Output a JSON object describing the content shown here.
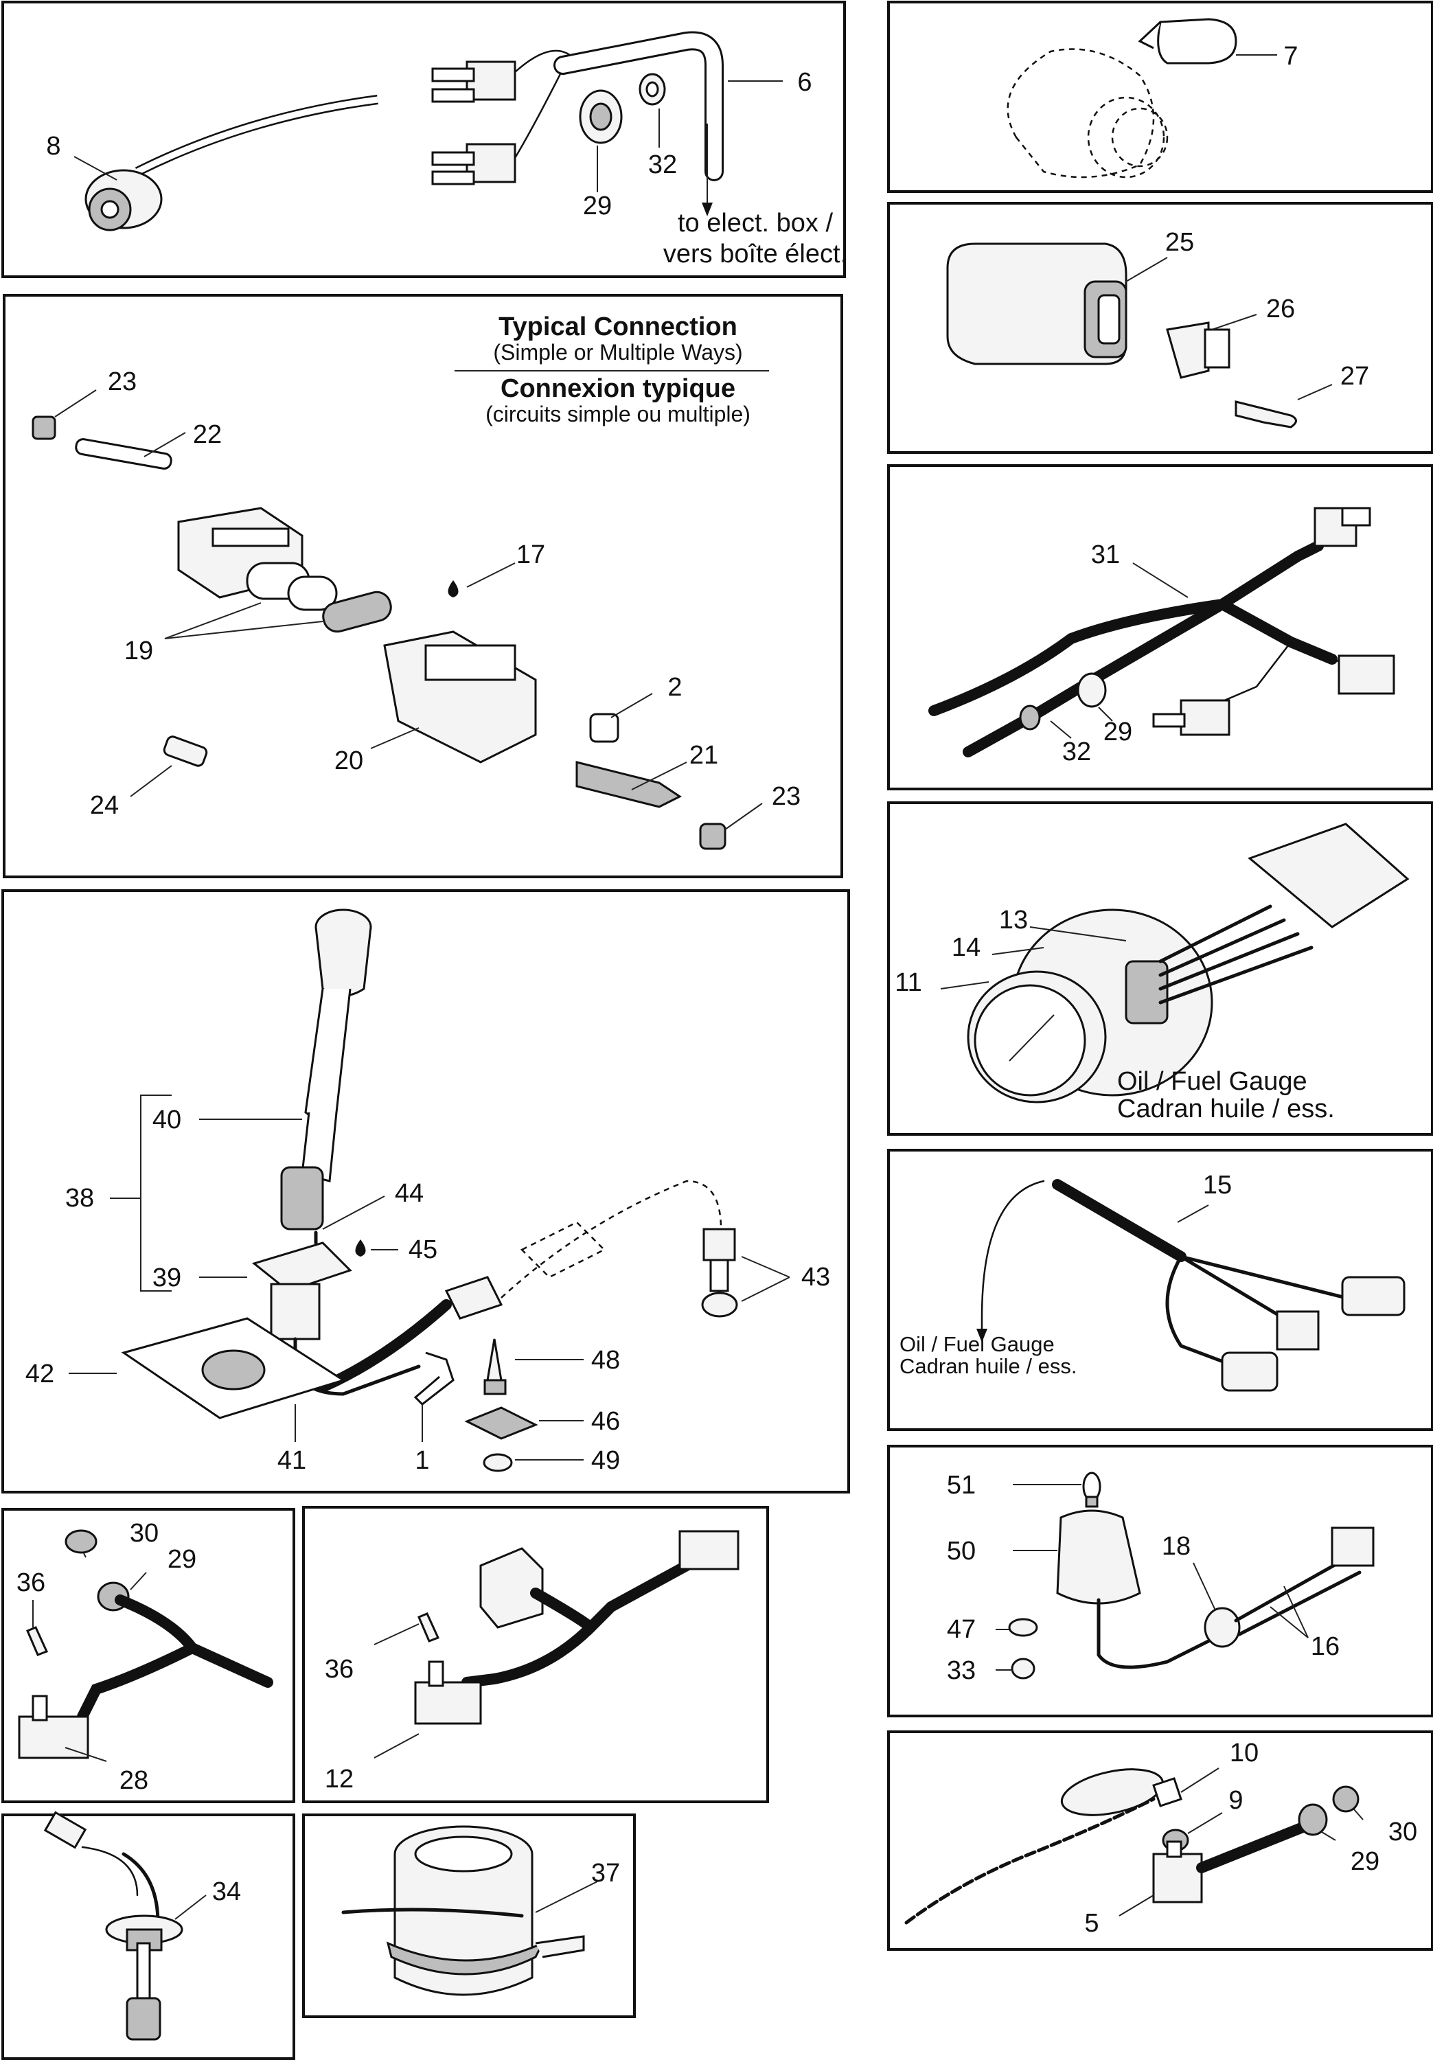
{
  "callouts": {
    "p1": [
      "8",
      "6",
      "32",
      "29"
    ],
    "p2": [
      "7"
    ],
    "p3": [
      "25",
      "26",
      "27"
    ],
    "p4": [
      "23",
      "22",
      "17",
      "19",
      "2",
      "20",
      "21",
      "24",
      "23"
    ],
    "p5": [
      "31",
      "29",
      "32"
    ],
    "p6": [
      "13",
      "14",
      "11"
    ],
    "p7": [
      "40",
      "38",
      "44",
      "45",
      "39",
      "43",
      "42",
      "48",
      "46",
      "49",
      "41",
      "1"
    ],
    "p8": [
      "15"
    ],
    "p9": [
      "51",
      "50",
      "18",
      "47",
      "33",
      "16"
    ],
    "p10": [
      "30",
      "29",
      "36",
      "28"
    ],
    "p11": [
      "36",
      "12"
    ],
    "p12": [
      "10",
      "9",
      "30",
      "29",
      "5"
    ],
    "p13": [
      "34"
    ],
    "p14": [
      "37"
    ]
  },
  "captions": {
    "elect_box_en": "to elect. box /",
    "elect_box_fr": "vers boîte élect.",
    "typical_title_en": "Typical Connection",
    "typical_sub_en": "(Simple or Multiple Ways)",
    "typical_title_fr": "Connexion typique",
    "typical_sub_fr": "(circuits simple ou multiple)",
    "gauge_en": "Oil / Fuel Gauge",
    "gauge_fr": "Cadran huile / ess.",
    "gauge_wire_en": "Oil / Fuel Gauge",
    "gauge_wire_fr": "Cadran huile / ess."
  }
}
